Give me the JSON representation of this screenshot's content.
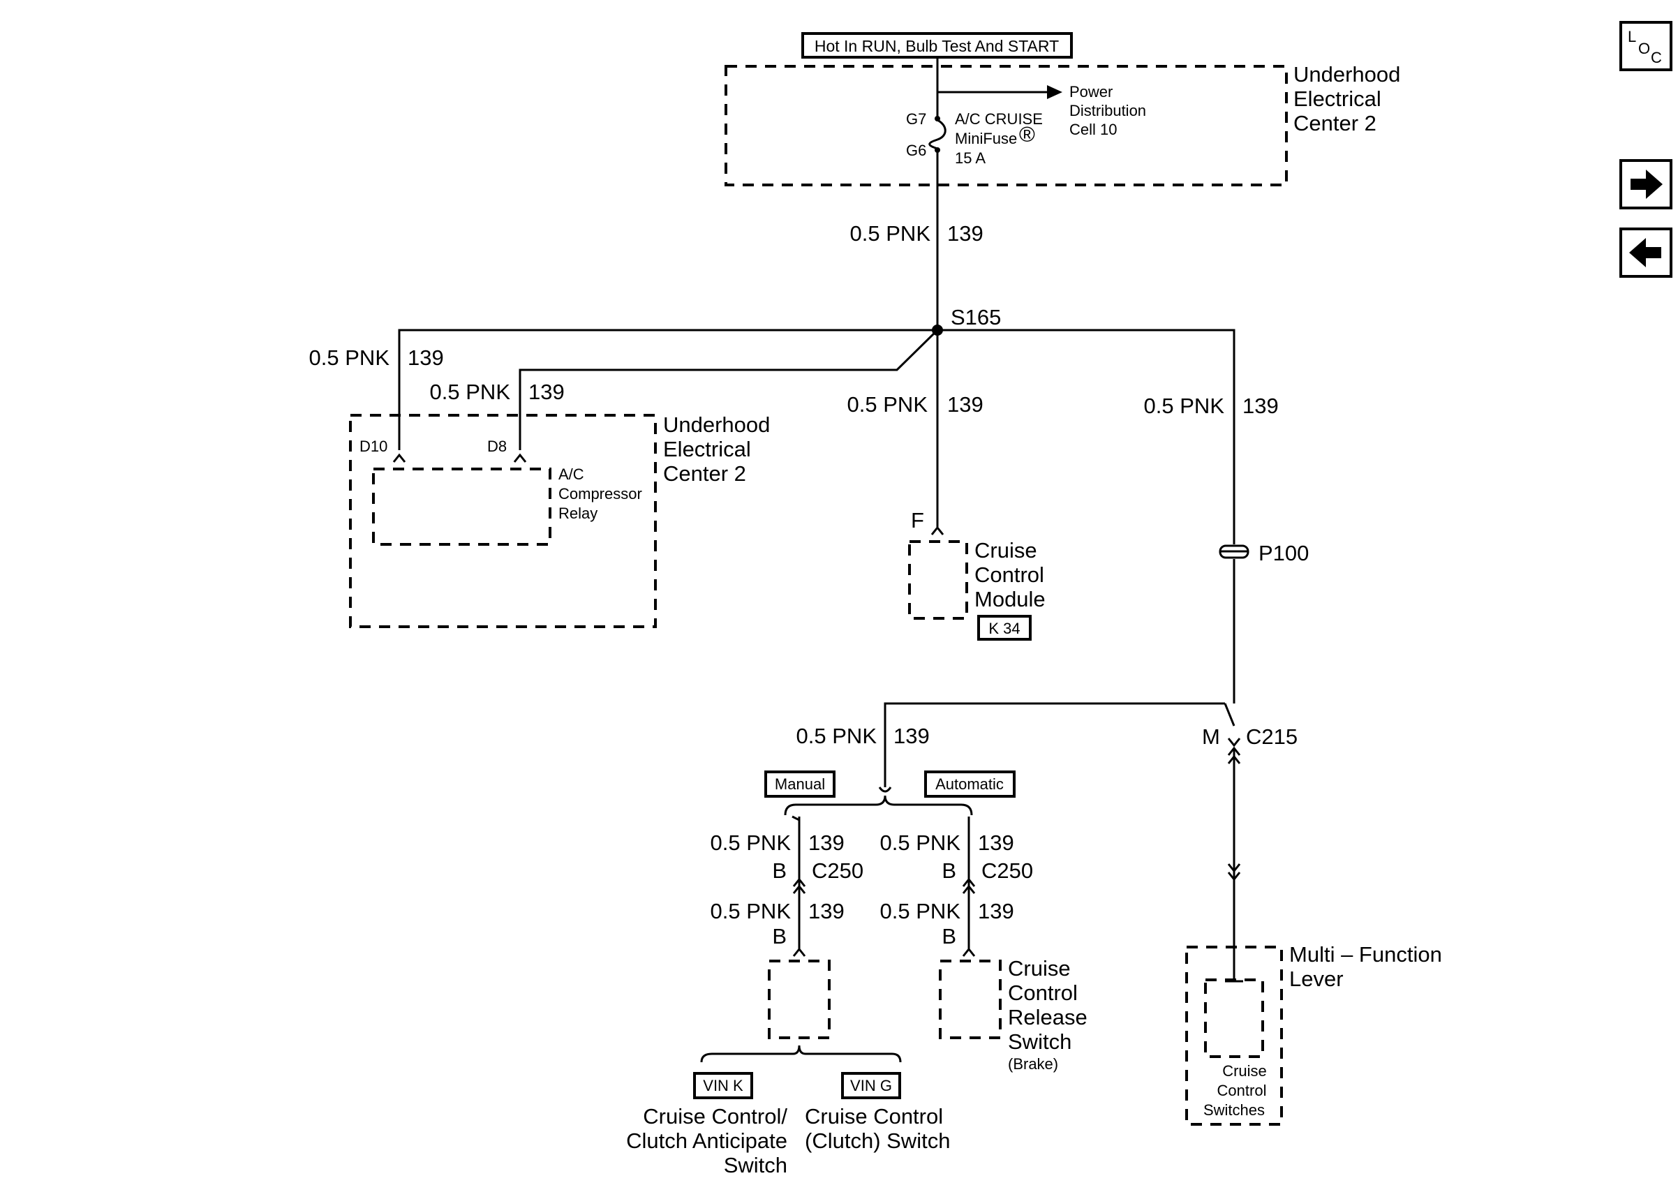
{
  "header": {
    "hot_in": "Hot In RUN, Bulb Test And START"
  },
  "nav": {
    "loc_l": "L",
    "loc_o": "O",
    "loc_c": "C"
  },
  "uhec_top": {
    "line1": "Underhood",
    "line2": "Electrical",
    "line3": "Center 2"
  },
  "fuse": {
    "pin_in": "G7",
    "pin_out": "G6",
    "line1": "A/C CRUISE",
    "line2": "MiniFuse",
    "reg": "®",
    "line3": "15 A"
  },
  "power_dist": {
    "line1": "Power",
    "line2": "Distribution",
    "line3": "Cell 10"
  },
  "wire": {
    "gauge": "0.5 PNK",
    "circuit": "139"
  },
  "splice": {
    "label": "S165"
  },
  "uhec_relay": {
    "line1": "Underhood",
    "line2": "Electrical",
    "line3": "Center 2",
    "pin_d10": "D10",
    "pin_d8": "D8",
    "relay1": "A/C",
    "relay2": "Compressor",
    "relay3": "Relay"
  },
  "ccm": {
    "pin": "F",
    "line1": "Cruise",
    "line2": "Control",
    "line3": "Module",
    "tag": "K 34"
  },
  "p100": {
    "label": "P100"
  },
  "c215": {
    "pin": "M",
    "label": "C215"
  },
  "options": {
    "manual": "Manual",
    "automatic": "Automatic"
  },
  "c250": {
    "pin": "B",
    "label": "C250"
  },
  "ccrs": {
    "line1": "Cruise",
    "line2": "Control",
    "line3": "Release",
    "line4": "Switch",
    "line5": "(Brake)"
  },
  "mfl": {
    "line1": "Multi – Function",
    "line2": "Lever",
    "sw1": "Cruise",
    "sw2": "Control",
    "sw3": "Switches"
  },
  "vin": {
    "k": "VIN K",
    "g": "VIN G"
  },
  "clutch_k": {
    "line1": "Cruise Control/",
    "line2": "Clutch Anticipate",
    "line3": "Switch"
  },
  "clutch_g": {
    "line1": "Cruise Control",
    "line2": "(Clutch) Switch"
  }
}
